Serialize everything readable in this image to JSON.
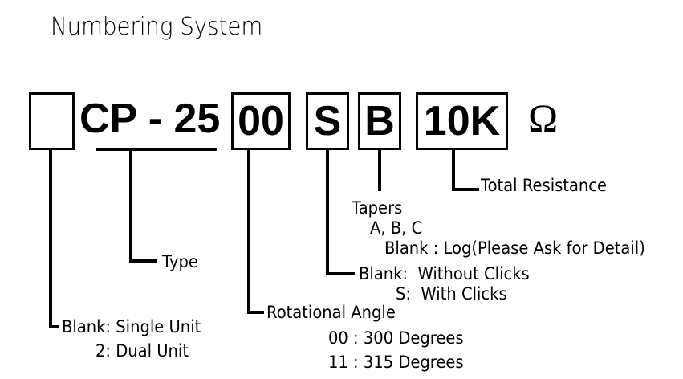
{
  "title": "Numbering System",
  "code": {
    "prefix_box": "",
    "type_text": "CP - 25",
    "angle_box": "00",
    "clicks_box": "S",
    "taper_box": "B",
    "resistance_box": "10K",
    "unit_symbol": "Ω"
  },
  "labels": {
    "unit": {
      "heading": "Blank: Single Unit",
      "options": [
        "2: Dual Unit"
      ]
    },
    "type": {
      "heading": "Type"
    },
    "angle": {
      "heading": "Rotational Angle",
      "options": [
        "00 : 300 Degrees",
        "11 : 315 Degrees"
      ]
    },
    "clicks": {
      "heading": "Blank:  Without Clicks",
      "options": [
        "S:  With Clicks"
      ]
    },
    "taper": {
      "heading": "Tapers",
      "options": [
        "A, B, C",
        "Blank : Log(Please Ask for Detail)"
      ]
    },
    "resistance": {
      "heading": "Total Resistance"
    }
  }
}
